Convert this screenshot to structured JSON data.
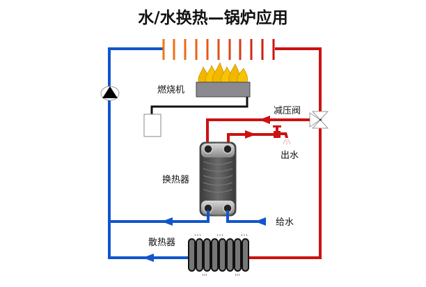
{
  "title": "水/水换热—锅炉应用",
  "labels": {
    "burner": "燃烧机",
    "pressure_valve": "减压阀",
    "water_out": "出水",
    "heat_exchanger": "换热器",
    "water_in": "给水",
    "radiator": "散热器"
  },
  "colors": {
    "hot": "#cc1111",
    "cold": "#1155cc",
    "boiler_gradient_start": "#ee7711",
    "boiler_gradient_end": "#cc1111",
    "flame": "#f2b800",
    "burner_body": "#8a8a90",
    "control_line": "#111111"
  },
  "icons": {
    "pump": "pump-icon",
    "valve": "pressure-reducing-valve-icon",
    "faucet": "faucet-icon",
    "controller": "controller-box-icon",
    "flame": "flame-icon",
    "heat_exchanger": "plate-heat-exchanger-icon",
    "radiator": "radiator-icon"
  }
}
